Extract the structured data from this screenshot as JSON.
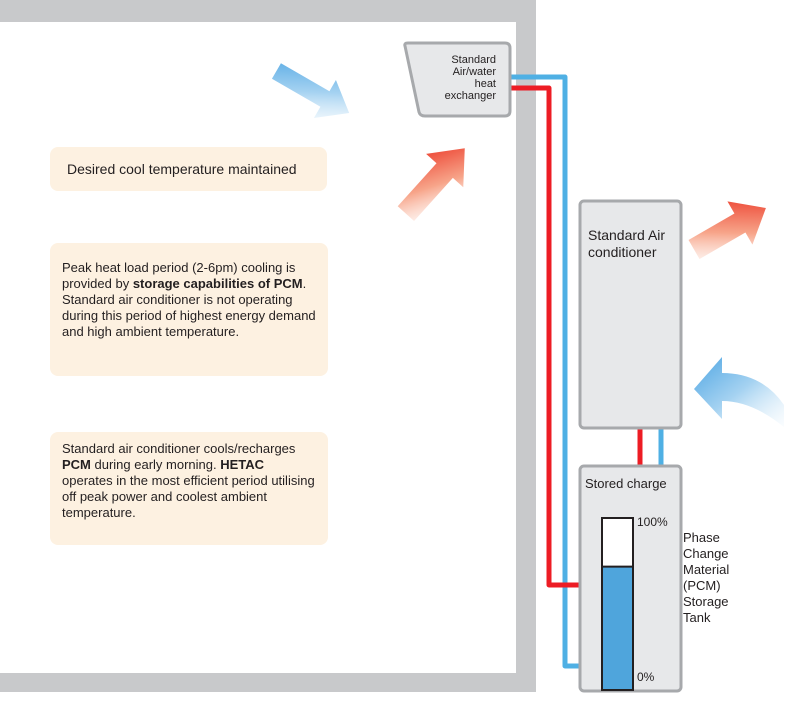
{
  "heat_exchanger": {
    "label_lines": [
      "Standard",
      "Air/water",
      "heat",
      "exchanger"
    ]
  },
  "air_conditioner": {
    "label": "Standard Air conditioner"
  },
  "tank": {
    "title": "Stored charge",
    "scale_top": "100%",
    "scale_bottom": "0%",
    "fill_fraction": 0.72,
    "pcm_label": "Phase Change Material (PCM) Storage Tank"
  },
  "notes": {
    "cool": "Desired cool temperature maintained",
    "peak": [
      {
        "text": "Peak heat load period (2-6pm) cooling is provided by ",
        "bold": false
      },
      {
        "text": "storage capabilities of PCM",
        "bold": true
      },
      {
        "text": ". Standard air conditioner is not operating during this period of highest energy demand and high ambient temperature.",
        "bold": false
      }
    ],
    "recharge": [
      {
        "text": "Standard air conditioner cools/recharges ",
        "bold": false
      },
      {
        "text": "PCM",
        "bold": true
      },
      {
        "text": " during early morning. ",
        "bold": false
      },
      {
        "text": "HETAC",
        "bold": true
      },
      {
        "text": " operates in the most efficient period utilising off peak power and coolest ambient temperature.",
        "bold": false
      }
    ]
  },
  "colors": {
    "wall": "#c8c9cb",
    "box_fill": "#e7e8ea",
    "box_stroke": "#a7a9ac",
    "pipe_hot": "#ed1c24",
    "pipe_cold": "#4fb0e4",
    "pcm_fill": "#4fa5dc",
    "note_bg": "#fdf1e1"
  },
  "icons": [
    "blue-cool-arrow-icon",
    "red-heat-arrow-icon"
  ]
}
